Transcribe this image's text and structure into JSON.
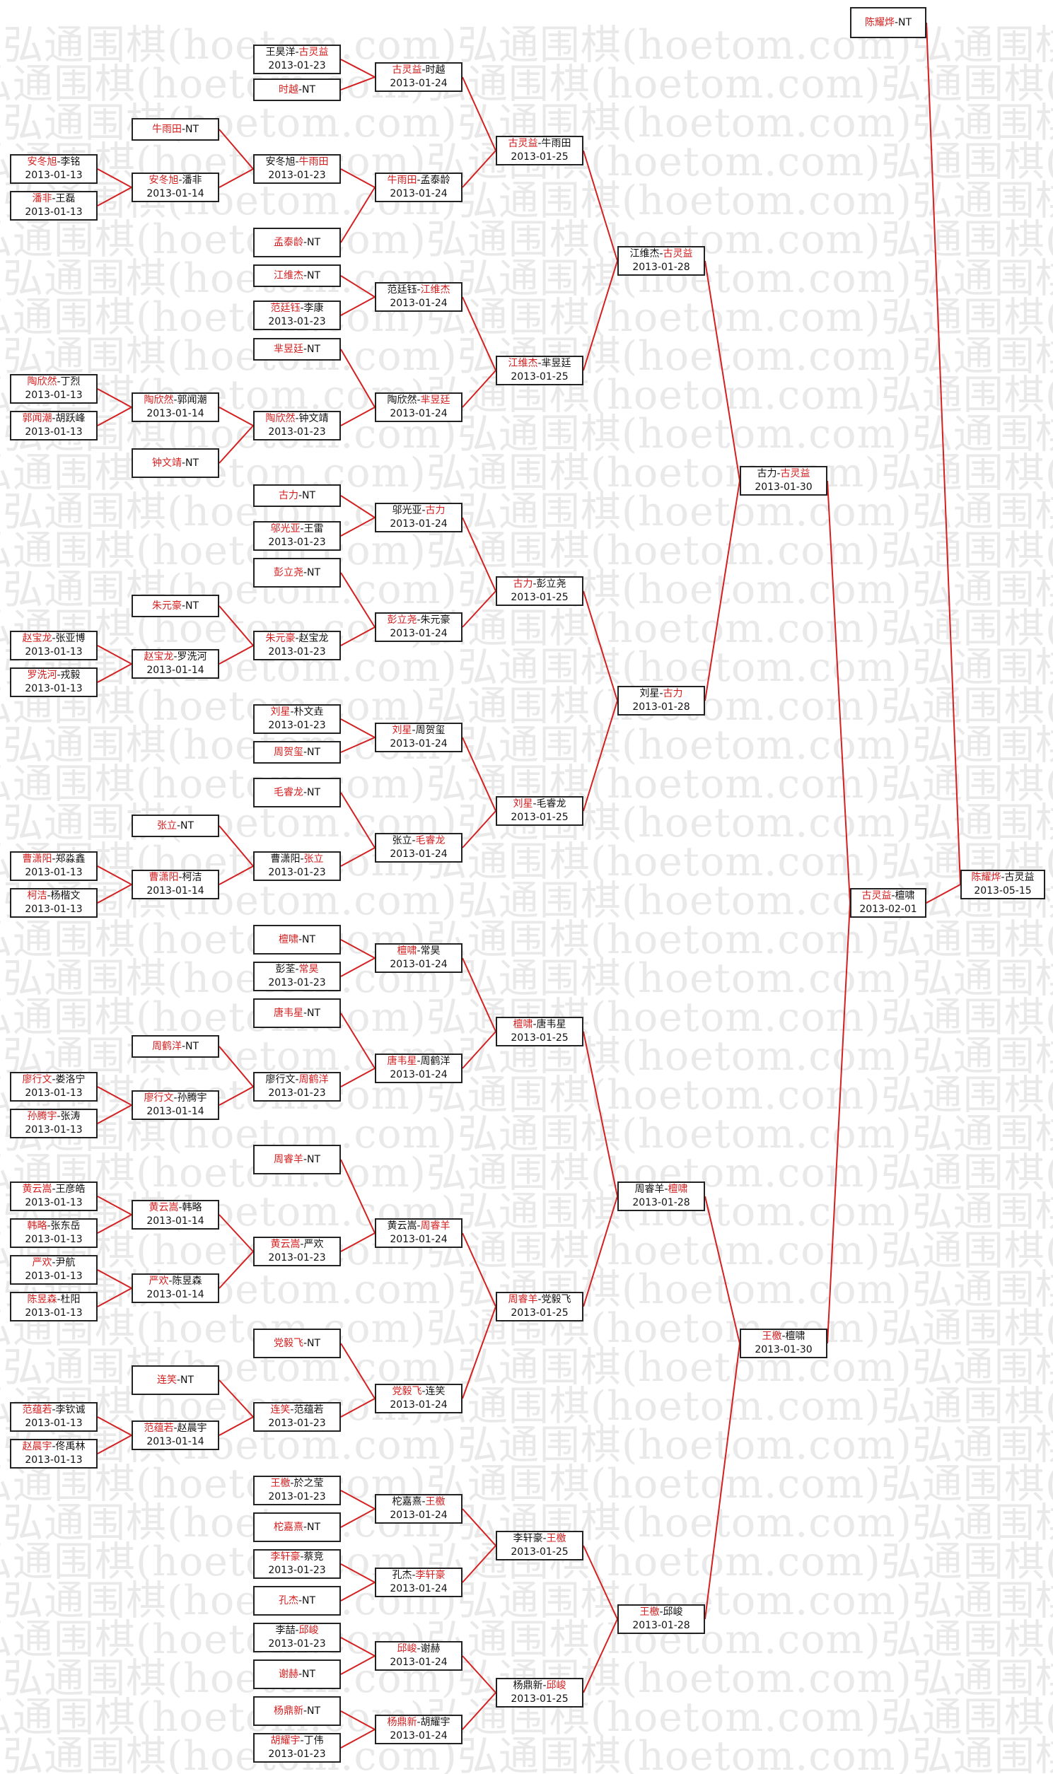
{
  "watermark": {
    "text": "弘通围棋(hoetom.com)"
  },
  "colors": {
    "winner": "#d42020",
    "line": "#d42020",
    "border": "#222222"
  },
  "matches": [
    {
      "id": "m1",
      "p1": "王昊洋",
      "p2": "古灵益",
      "winner": 2,
      "date": "2013-01-23"
    },
    {
      "id": "m2",
      "p1": "时越",
      "p2": "NT",
      "winner": 1,
      "date": ""
    },
    {
      "id": "m3",
      "p1": "古灵益",
      "p2": "时越",
      "winner": 1,
      "date": "2013-01-24"
    },
    {
      "id": "m4",
      "p1": "牛雨田",
      "p2": "NT",
      "winner": 1,
      "date": ""
    },
    {
      "id": "m5",
      "p1": "安冬旭",
      "p2": "李铭",
      "winner": 1,
      "date": "2013-01-13"
    },
    {
      "id": "m6",
      "p1": "潘非",
      "p2": "王磊",
      "winner": 1,
      "date": "2013-01-13"
    },
    {
      "id": "m7",
      "p1": "安冬旭",
      "p2": "潘非",
      "winner": 1,
      "date": "2013-01-14"
    },
    {
      "id": "m8",
      "p1": "安冬旭",
      "p2": "牛雨田",
      "winner": 2,
      "date": "2013-01-23"
    },
    {
      "id": "m9",
      "p1": "孟泰龄",
      "p2": "NT",
      "winner": 1,
      "date": ""
    },
    {
      "id": "m10",
      "p1": "牛雨田",
      "p2": "孟泰龄",
      "winner": 1,
      "date": "2013-01-24"
    },
    {
      "id": "m11",
      "p1": "古灵益",
      "p2": "牛雨田",
      "winner": 1,
      "date": "2013-01-25"
    },
    {
      "id": "m12",
      "p1": "江维杰",
      "p2": "NT",
      "winner": 1,
      "date": ""
    },
    {
      "id": "m13",
      "p1": "范廷钰",
      "p2": "李康",
      "winner": 1,
      "date": "2013-01-23"
    },
    {
      "id": "m14",
      "p1": "范廷钰",
      "p2": "江维杰",
      "winner": 2,
      "date": "2013-01-24"
    },
    {
      "id": "m15",
      "p1": "芈昱廷",
      "p2": "NT",
      "winner": 1,
      "date": ""
    },
    {
      "id": "m16",
      "p1": "陶欣然",
      "p2": "丁烈",
      "winner": 1,
      "date": "2013-01-13"
    },
    {
      "id": "m17",
      "p1": "郭闻潮",
      "p2": "胡跃峰",
      "winner": 1,
      "date": "2013-01-13"
    },
    {
      "id": "m18",
      "p1": "陶欣然",
      "p2": "郭闻潮",
      "winner": 1,
      "date": "2013-01-14"
    },
    {
      "id": "m19",
      "p1": "陶欣然",
      "p2": "钟文靖",
      "winner": 1,
      "date": "2013-01-23"
    },
    {
      "id": "m20",
      "p1": "钟文靖",
      "p2": "NT",
      "winner": 1,
      "date": ""
    },
    {
      "id": "m21",
      "p1": "陶欣然",
      "p2": "芈昱廷",
      "winner": 2,
      "date": "2013-01-24"
    },
    {
      "id": "m22",
      "p1": "江维杰",
      "p2": "芈昱廷",
      "winner": 1,
      "date": "2013-01-25"
    },
    {
      "id": "m23",
      "p1": "江维杰",
      "p2": "古灵益",
      "winner": 2,
      "date": "2013-01-28"
    },
    {
      "id": "m24",
      "p1": "古力",
      "p2": "NT",
      "winner": 1,
      "date": ""
    },
    {
      "id": "m25",
      "p1": "邬光亚",
      "p2": "王雷",
      "winner": 1,
      "date": "2013-01-23"
    },
    {
      "id": "m26",
      "p1": "邬光亚",
      "p2": "古力",
      "winner": 2,
      "date": "2013-01-24"
    },
    {
      "id": "m27",
      "p1": "彭立尧",
      "p2": "NT",
      "winner": 1,
      "date": ""
    },
    {
      "id": "m28",
      "p1": "彭立尧",
      "p2": "朱元豪",
      "winner": 1,
      "date": "2013-01-24"
    },
    {
      "id": "m29",
      "p1": "古力",
      "p2": "彭立尧",
      "winner": 1,
      "date": "2013-01-25"
    },
    {
      "id": "m30",
      "p1": "朱元豪",
      "p2": "NT",
      "winner": 1,
      "date": ""
    },
    {
      "id": "m31",
      "p1": "赵宝龙",
      "p2": "张亚博",
      "winner": 1,
      "date": "2013-01-13"
    },
    {
      "id": "m32",
      "p1": "罗洗河",
      "p2": "戎毅",
      "winner": 1,
      "date": "2013-01-13"
    },
    {
      "id": "m33",
      "p1": "赵宝龙",
      "p2": "罗洗河",
      "winner": 1,
      "date": "2013-01-14"
    },
    {
      "id": "m34",
      "p1": "朱元豪",
      "p2": "赵宝龙",
      "winner": 1,
      "date": "2013-01-23"
    },
    {
      "id": "m35",
      "p1": "刘星",
      "p2": "古力",
      "winner": 2,
      "date": "2013-01-28"
    },
    {
      "id": "m36",
      "p1": "古力",
      "p2": "古灵益",
      "winner": 2,
      "date": "2013-01-30"
    },
    {
      "id": "m37",
      "p1": "刘星",
      "p2": "朴文垚",
      "winner": 1,
      "date": "2013-01-23"
    },
    {
      "id": "m38",
      "p1": "刘星",
      "p2": "周贺玺",
      "winner": 1,
      "date": "2013-01-24"
    },
    {
      "id": "m39",
      "p1": "周贺玺",
      "p2": "NT",
      "winner": 1,
      "date": ""
    },
    {
      "id": "m40",
      "p1": "毛睿龙",
      "p2": "NT",
      "winner": 1,
      "date": ""
    },
    {
      "id": "m41",
      "p1": "刘星",
      "p2": "毛睿龙",
      "winner": 1,
      "date": "2013-01-25"
    },
    {
      "id": "m42",
      "p1": "张立",
      "p2": "NT",
      "winner": 1,
      "date": ""
    },
    {
      "id": "m43",
      "p1": "张立",
      "p2": "毛睿龙",
      "winner": 2,
      "date": "2013-01-24"
    },
    {
      "id": "m44",
      "p1": "曹潇阳",
      "p2": "郑淼鑫",
      "winner": 1,
      "date": "2013-01-13"
    },
    {
      "id": "m45",
      "p1": "曹潇阳",
      "p2": "柯洁",
      "winner": 1,
      "date": "2013-01-14"
    },
    {
      "id": "m46",
      "p1": "曹潇阳",
      "p2": "张立",
      "winner": 2,
      "date": "2013-01-23"
    },
    {
      "id": "m47",
      "p1": "柯洁",
      "p2": "杨楷文",
      "winner": 1,
      "date": "2013-01-13"
    },
    {
      "id": "m48",
      "p1": "檀啸",
      "p2": "NT",
      "winner": 1,
      "date": ""
    },
    {
      "id": "m49",
      "p1": "檀啸",
      "p2": "常昊",
      "winner": 1,
      "date": "2013-01-24"
    },
    {
      "id": "m50",
      "p1": "彭荃",
      "p2": "常昊",
      "winner": 2,
      "date": "2013-01-23"
    },
    {
      "id": "m51",
      "p1": "唐韦星",
      "p2": "NT",
      "winner": 1,
      "date": ""
    },
    {
      "id": "m52",
      "p1": "檀啸",
      "p2": "唐韦星",
      "winner": 1,
      "date": "2013-01-25"
    },
    {
      "id": "m53",
      "p1": "周鹤洋",
      "p2": "NT",
      "winner": 1,
      "date": ""
    },
    {
      "id": "m54",
      "p1": "唐韦星",
      "p2": "周鹤洋",
      "winner": 1,
      "date": "2013-01-24"
    },
    {
      "id": "m55",
      "p1": "廖行文",
      "p2": "娄洛宁",
      "winner": 1,
      "date": "2013-01-13"
    },
    {
      "id": "m56",
      "p1": "廖行文",
      "p2": "孙腾宇",
      "winner": 1,
      "date": "2013-01-14"
    },
    {
      "id": "m57",
      "p1": "廖行文",
      "p2": "周鹤洋",
      "winner": 2,
      "date": "2013-01-23"
    },
    {
      "id": "m58",
      "p1": "孙腾宇",
      "p2": "张涛",
      "winner": 1,
      "date": "2013-01-13"
    },
    {
      "id": "m59",
      "p1": "周睿羊",
      "p2": "NT",
      "winner": 1,
      "date": ""
    },
    {
      "id": "m60",
      "p1": "黄云嵩",
      "p2": "王彦皓",
      "winner": 1,
      "date": "2013-01-13"
    },
    {
      "id": "m61",
      "p1": "黄云嵩",
      "p2": "韩略",
      "winner": 1,
      "date": "2013-01-14"
    },
    {
      "id": "m62",
      "p1": "黄云嵩",
      "p2": "周睿羊",
      "winner": 2,
      "date": "2013-01-24"
    },
    {
      "id": "m63",
      "p1": "韩略",
      "p2": "张东岳",
      "winner": 1,
      "date": "2013-01-13"
    },
    {
      "id": "m64",
      "p1": "黄云嵩",
      "p2": "严欢",
      "winner": 1,
      "date": "2013-01-23"
    },
    {
      "id": "m65",
      "p1": "严欢",
      "p2": "尹航",
      "winner": 1,
      "date": "2013-01-13"
    },
    {
      "id": "m66",
      "p1": "严欢",
      "p2": "陈昱森",
      "winner": 1,
      "date": "2013-01-14"
    },
    {
      "id": "m67",
      "p1": "陈昱森",
      "p2": "杜阳",
      "winner": 1,
      "date": "2013-01-13"
    },
    {
      "id": "m68",
      "p1": "周睿羊",
      "p2": "党毅飞",
      "winner": 1,
      "date": "2013-01-25"
    },
    {
      "id": "m69",
      "p1": "周睿羊",
      "p2": "檀啸",
      "winner": 2,
      "date": "2013-01-28"
    },
    {
      "id": "m70",
      "p1": "党毅飞",
      "p2": "NT",
      "winner": 1,
      "date": ""
    },
    {
      "id": "m71",
      "p1": "连笑",
      "p2": "NT",
      "winner": 1,
      "date": ""
    },
    {
      "id": "m72",
      "p1": "党毅飞",
      "p2": "连笑",
      "winner": 1,
      "date": "2013-01-24"
    },
    {
      "id": "m73",
      "p1": "连笑",
      "p2": "范蕴若",
      "winner": 1,
      "date": "2013-01-23"
    },
    {
      "id": "m74",
      "p1": "范蕴若",
      "p2": "李钦诚",
      "winner": 1,
      "date": "2013-01-13"
    },
    {
      "id": "m75",
      "p1": "范蕴若",
      "p2": "赵晨宇",
      "winner": 1,
      "date": "2013-01-14"
    },
    {
      "id": "m76",
      "p1": "赵晨宇",
      "p2": "佟禹林",
      "winner": 1,
      "date": "2013-01-13"
    },
    {
      "id": "m77",
      "p1": "王檄",
      "p2": "於之莹",
      "winner": 1,
      "date": "2013-01-23"
    },
    {
      "id": "m78",
      "p1": "柁嘉熹",
      "p2": "王檄",
      "winner": 2,
      "date": "2013-01-24"
    },
    {
      "id": "m79",
      "p1": "柁嘉熹",
      "p2": "NT",
      "winner": 1,
      "date": ""
    },
    {
      "id": "m80",
      "p1": "李轩豪",
      "p2": "王檄",
      "winner": 2,
      "date": "2013-01-25"
    },
    {
      "id": "m81",
      "p1": "李轩豪",
      "p2": "蔡竞",
      "winner": 1,
      "date": "2013-01-23"
    },
    {
      "id": "m82",
      "p1": "孔杰",
      "p2": "李轩豪",
      "winner": 2,
      "date": "2013-01-24"
    },
    {
      "id": "m83",
      "p1": "孔杰",
      "p2": "NT",
      "winner": 1,
      "date": ""
    },
    {
      "id": "m84",
      "p1": "王檄",
      "p2": "邱峻",
      "winner": 1,
      "date": "2013-01-28"
    },
    {
      "id": "m85",
      "p1": "李喆",
      "p2": "邱峻",
      "winner": 2,
      "date": "2013-01-23"
    },
    {
      "id": "m86",
      "p1": "邱峻",
      "p2": "谢赫",
      "winner": 1,
      "date": "2013-01-24"
    },
    {
      "id": "m87",
      "p1": "谢赫",
      "p2": "NT",
      "winner": 1,
      "date": ""
    },
    {
      "id": "m88",
      "p1": "杨鼎新",
      "p2": "邱峻",
      "winner": 2,
      "date": "2013-01-25"
    },
    {
      "id": "m89",
      "p1": "杨鼎新",
      "p2": "NT",
      "winner": 1,
      "date": ""
    },
    {
      "id": "m90",
      "p1": "杨鼎新",
      "p2": "胡耀宇",
      "winner": 1,
      "date": "2013-01-24"
    },
    {
      "id": "m91",
      "p1": "胡耀宇",
      "p2": "丁伟",
      "winner": 1,
      "date": "2013-01-23"
    },
    {
      "id": "m92",
      "p1": "王檄",
      "p2": "檀啸",
      "winner": 1,
      "date": "2013-01-30"
    },
    {
      "id": "m93",
      "p1": "古灵益",
      "p2": "檀啸",
      "winner": 1,
      "date": "2013-02-01"
    },
    {
      "id": "m94",
      "p1": "陈耀烨",
      "p2": "NT",
      "winner": 1,
      "date": ""
    },
    {
      "id": "m95",
      "p1": "陈耀烨",
      "p2": "古灵益",
      "winner": 1,
      "date": "2013-05-15"
    }
  ],
  "links": [
    [
      "m1",
      "m3"
    ],
    [
      "m2",
      "m3"
    ],
    [
      "m3",
      "m11"
    ],
    [
      "m4",
      "m8"
    ],
    [
      "m5",
      "m7"
    ],
    [
      "m6",
      "m7"
    ],
    [
      "m7",
      "m8"
    ],
    [
      "m8",
      "m10"
    ],
    [
      "m9",
      "m10"
    ],
    [
      "m10",
      "m11"
    ],
    [
      "m11",
      "m23"
    ],
    [
      "m12",
      "m14"
    ],
    [
      "m13",
      "m14"
    ],
    [
      "m14",
      "m22"
    ],
    [
      "m15",
      "m21"
    ],
    [
      "m16",
      "m18"
    ],
    [
      "m17",
      "m18"
    ],
    [
      "m18",
      "m19"
    ],
    [
      "m20",
      "m19"
    ],
    [
      "m19",
      "m21"
    ],
    [
      "m21",
      "m22"
    ],
    [
      "m22",
      "m23"
    ],
    [
      "m23",
      "m36"
    ],
    [
      "m24",
      "m26"
    ],
    [
      "m25",
      "m26"
    ],
    [
      "m26",
      "m29"
    ],
    [
      "m27",
      "m28"
    ],
    [
      "m30",
      "m34"
    ],
    [
      "m31",
      "m33"
    ],
    [
      "m32",
      "m33"
    ],
    [
      "m33",
      "m34"
    ],
    [
      "m34",
      "m28"
    ],
    [
      "m28",
      "m29"
    ],
    [
      "m29",
      "m35"
    ],
    [
      "m37",
      "m38"
    ],
    [
      "m39",
      "m38"
    ],
    [
      "m38",
      "m41"
    ],
    [
      "m40",
      "m43"
    ],
    [
      "m42",
      "m46"
    ],
    [
      "m44",
      "m45"
    ],
    [
      "m47",
      "m45"
    ],
    [
      "m45",
      "m46"
    ],
    [
      "m46",
      "m43"
    ],
    [
      "m43",
      "m41"
    ],
    [
      "m41",
      "m35"
    ],
    [
      "m35",
      "m36"
    ],
    [
      "m36",
      "m93"
    ],
    [
      "m48",
      "m49"
    ],
    [
      "m50",
      "m49"
    ],
    [
      "m49",
      "m52"
    ],
    [
      "m51",
      "m54"
    ],
    [
      "m53",
      "m57"
    ],
    [
      "m55",
      "m56"
    ],
    [
      "m58",
      "m56"
    ],
    [
      "m56",
      "m57"
    ],
    [
      "m57",
      "m54"
    ],
    [
      "m54",
      "m52"
    ],
    [
      "m52",
      "m69"
    ],
    [
      "m59",
      "m62"
    ],
    [
      "m60",
      "m61"
    ],
    [
      "m63",
      "m61"
    ],
    [
      "m61",
      "m64"
    ],
    [
      "m65",
      "m66"
    ],
    [
      "m67",
      "m66"
    ],
    [
      "m66",
      "m64"
    ],
    [
      "m64",
      "m62"
    ],
    [
      "m62",
      "m68"
    ],
    [
      "m70",
      "m72"
    ],
    [
      "m71",
      "m73"
    ],
    [
      "m74",
      "m75"
    ],
    [
      "m76",
      "m75"
    ],
    [
      "m75",
      "m73"
    ],
    [
      "m73",
      "m72"
    ],
    [
      "m72",
      "m68"
    ],
    [
      "m68",
      "m69"
    ],
    [
      "m69",
      "m92"
    ],
    [
      "m77",
      "m78"
    ],
    [
      "m79",
      "m78"
    ],
    [
      "m78",
      "m80"
    ],
    [
      "m81",
      "m82"
    ],
    [
      "m83",
      "m82"
    ],
    [
      "m82",
      "m80"
    ],
    [
      "m80",
      "m84"
    ],
    [
      "m85",
      "m86"
    ],
    [
      "m87",
      "m86"
    ],
    [
      "m86",
      "m88"
    ],
    [
      "m89",
      "m90"
    ],
    [
      "m91",
      "m90"
    ],
    [
      "m90",
      "m88"
    ],
    [
      "m88",
      "m84"
    ],
    [
      "m84",
      "m92"
    ],
    [
      "m92",
      "m93"
    ],
    [
      "m93",
      "m95"
    ],
    [
      "m94",
      "m95"
    ]
  ]
}
